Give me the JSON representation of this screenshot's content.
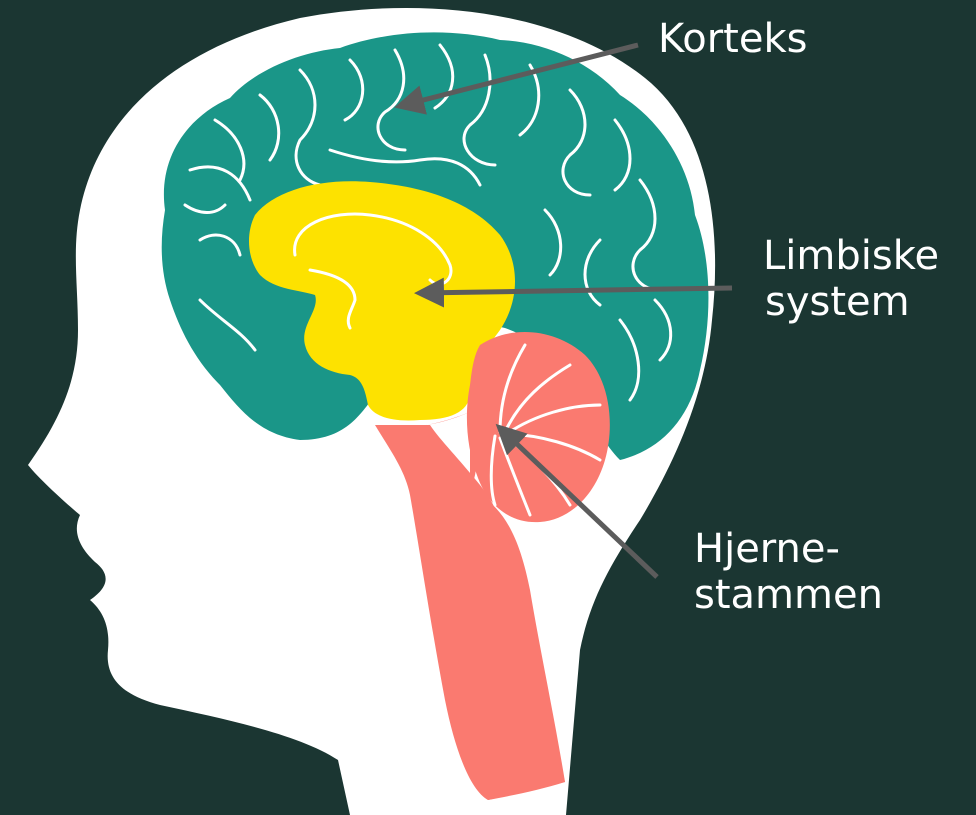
{
  "colors": {
    "background": "#1b3632",
    "head": "#ffffff",
    "cortex": "#1a9688",
    "limbic": "#fde200",
    "brainstem": "#fa7a70",
    "arrow": "#5c5c5c",
    "label_text": "#ffffff"
  },
  "labels": {
    "cortex": "Korteks",
    "limbic": [
      "Limbiske",
      "system"
    ],
    "brainstem": [
      "Hjerne-",
      "stammen"
    ]
  }
}
